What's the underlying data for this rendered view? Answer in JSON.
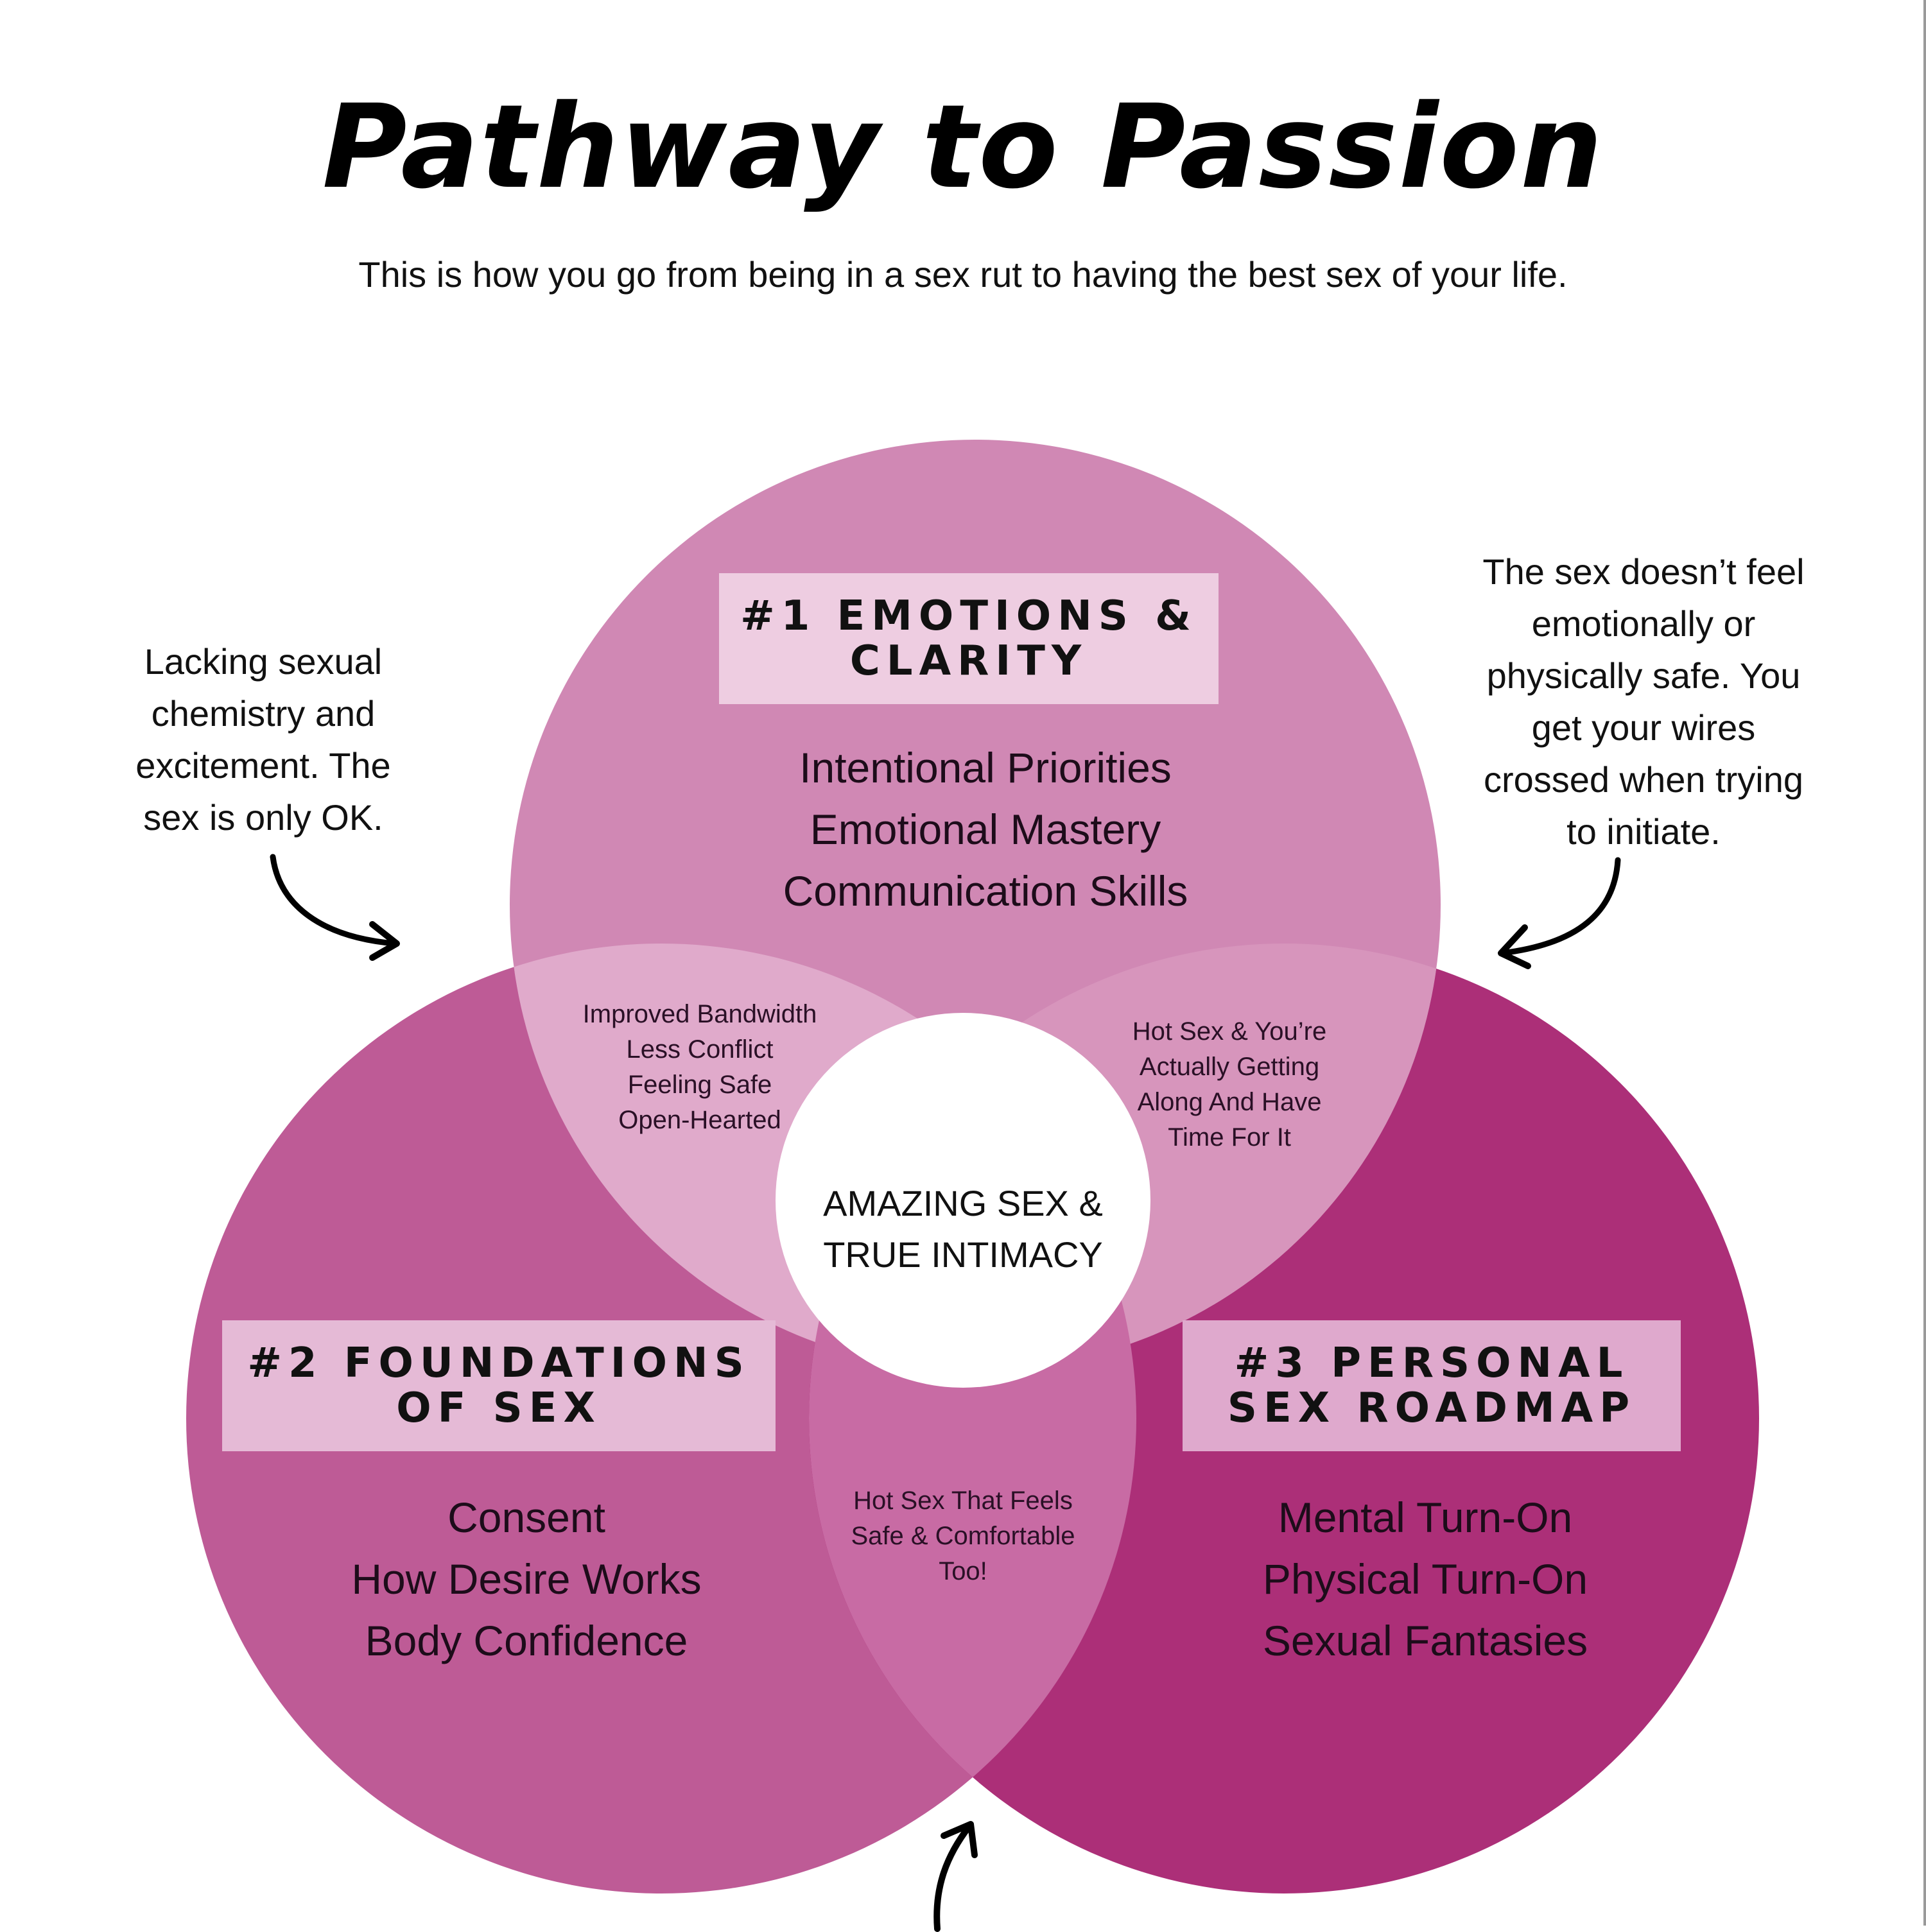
{
  "header": {
    "title": "Pathway to Passion",
    "subtitle": "This is how you go from being in a sex rut to having the best sex of your life."
  },
  "colors": {
    "circle_emotions": "#d088b4",
    "circle_foundations": "#be5b96",
    "circle_roadmap": "#ac2f78",
    "overlap_emotions_foundations": "#e0aacb",
    "overlap_emotions_roadmap": "#d795bc",
    "overlap_foundations_roadmap": "#c86ba4",
    "heading_box_emotions": "#eecde1",
    "heading_box_foundations": "#e5bad6",
    "heading_box_roadmap": "#dfa9cd",
    "center": "#ffffff"
  },
  "circles": {
    "emotions": {
      "heading_line1": "#1 EMOTIONS &",
      "heading_line2": "CLARITY",
      "items": [
        "Intentional Priorities",
        "Emotional Mastery",
        "Communication Skills"
      ]
    },
    "foundations": {
      "heading_line1": "#2 FOUNDATIONS",
      "heading_line2": "OF SEX",
      "items": [
        "Consent",
        "How Desire Works",
        "Body Confidence"
      ]
    },
    "roadmap": {
      "heading_line1": "#3 PERSONAL",
      "heading_line2": "SEX ROADMAP",
      "items": [
        "Mental Turn-On",
        "Physical Turn-On",
        "Sexual Fantasies"
      ]
    }
  },
  "overlaps": {
    "emotions_foundations": [
      "Improved Bandwidth",
      "Less Conflict",
      "Feeling Safe",
      "Open-Hearted"
    ],
    "emotions_roadmap": [
      "Hot Sex & You’re",
      "Actually Getting",
      "Along And  Have",
      "Time For It"
    ],
    "foundations_roadmap": [
      "Hot Sex That Feels",
      "Safe & Comfortable",
      "Too!"
    ]
  },
  "center": {
    "line1": "AMAZING SEX &",
    "line2": "TRUE INTIMACY"
  },
  "notes": {
    "left": [
      "Lacking sexual",
      "chemistry and",
      "excitement. The",
      "sex is only OK."
    ],
    "right": [
      "The sex doesn’t feel",
      "emotionally or",
      "physically safe. You",
      "get your wires",
      "crossed when trying",
      "to initiate."
    ]
  },
  "icons": {
    "left_arrow": "curved-arrow-right-icon",
    "right_arrow": "curved-arrow-left-icon",
    "bottom_arrow": "curved-arrow-up-icon"
  }
}
